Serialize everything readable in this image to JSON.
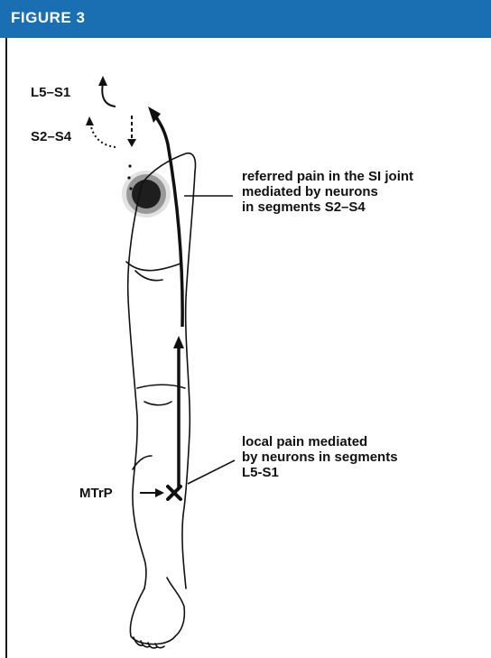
{
  "figure": {
    "title": "FIGURE 3"
  },
  "labels": {
    "l5s1": "L5–S1",
    "s2s4": "S2–S4",
    "mtrp": "MTrP"
  },
  "annotations": {
    "referred": {
      "lines": [
        "referred pain in the SI joint",
        "mediated by neurons",
        "in segments S2–S4"
      ]
    },
    "local": {
      "lines": [
        "local pain mediated",
        "by neurons in segments",
        "L5-S1"
      ]
    }
  },
  "colors": {
    "header": "#1a6fb2",
    "ink": "#111111"
  }
}
